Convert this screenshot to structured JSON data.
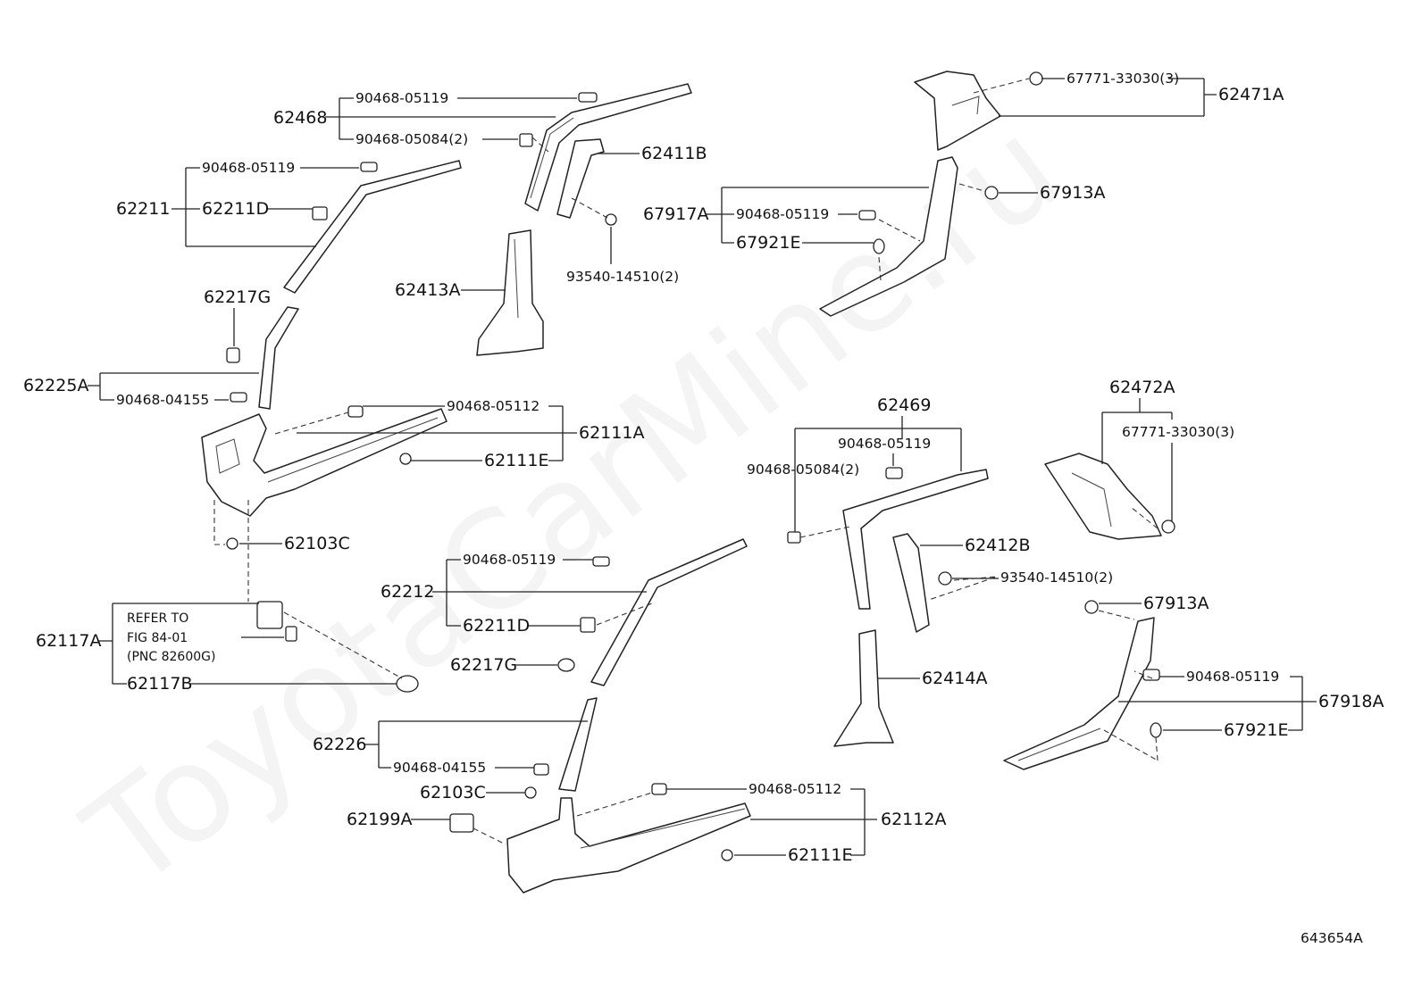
{
  "watermark": "ToyotaCarMine.ru",
  "figure_id": "643654A",
  "refer_note": {
    "line1": "REFER TO",
    "line2": "FIG 84-01",
    "line3": "(PNC 82600G)"
  },
  "labels": {
    "p62468": "62468",
    "p62468_a": "90468-05119",
    "p62468_b": "90468-05084(2)",
    "p62411B": "62411B",
    "p93540_top": "93540-14510(2)",
    "p62211": "62211",
    "p62211_a": "90468-05119",
    "p62211D_top": "62211D",
    "p62413A": "62413A",
    "p62217G_top": "62217G",
    "p62225A": "62225A",
    "p90468_04155_top": "90468-04155",
    "p90468_05112_top": "90468-05112",
    "p62111A": "62111A",
    "p62111E_top": "62111E",
    "p62103C_top": "62103C",
    "p62117A": "62117A",
    "p62117B": "62117B",
    "p62212": "62212",
    "p62212_a": "90468-05119",
    "p62211D_mid": "62211D",
    "p62217G_mid": "62217G",
    "p62226": "62226",
    "p90468_04155_bot": "90468-04155",
    "p62103C_bot": "62103C",
    "p62199A": "62199A",
    "p90468_05112_bot": "90468-05112",
    "p62112A": "62112A",
    "p62111E_bot": "62111E",
    "p67771_top": "67771-33030(3)",
    "p62471A": "62471A",
    "p67913A_top": "67913A",
    "p67917A": "67917A",
    "p67917A_a": "90468-05119",
    "p67921E_top": "67921E",
    "p62469": "62469",
    "p62469_a": "90468-05119",
    "p62469_b": "90468-05084(2)",
    "p62412B": "62412B",
    "p93540_mid": "93540-14510(2)",
    "p62414A": "62414A",
    "p62472A": "62472A",
    "p67771_mid": "67771-33030(3)",
    "p67913A_bot": "67913A",
    "p67918A": "67918A",
    "p67918A_a": "90468-05119",
    "p67921E_bot": "67921E"
  }
}
